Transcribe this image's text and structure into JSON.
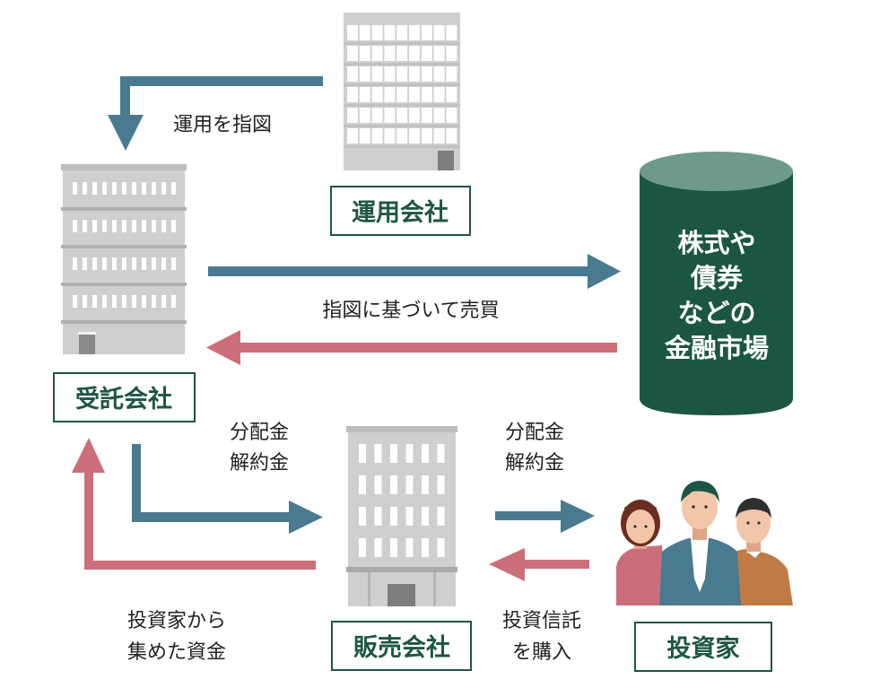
{
  "colors": {
    "blue_arrow": "#4a7a90",
    "pink_arrow": "#cc6e7a",
    "green_dark": "#1b5644",
    "green_light": "#6e9a8b",
    "building_gray": "#cfcfcf",
    "building_door": "#7d7d7d",
    "label_border": "#1d5646"
  },
  "entities": {
    "management_company": {
      "label": "運用会社",
      "icon": "office-building-icon"
    },
    "trust_company": {
      "label": "受託会社",
      "icon": "office-building-icon"
    },
    "distributor": {
      "label": "販売会社",
      "icon": "office-building-icon"
    },
    "investors": {
      "label": "投資家",
      "icon": "people-group-icon"
    },
    "market": {
      "lines": [
        "株式や",
        "債券",
        "などの",
        "金融市場"
      ],
      "icon": "cylinder-icon"
    }
  },
  "flows": {
    "instruct": {
      "label": "運用を指図",
      "direction": "management_company → trust_company"
    },
    "trade": {
      "label": "指図に基づいて売買",
      "direction": "trust_company ⇄ market"
    },
    "payout_left": {
      "lines": [
        "分配金",
        "解約金"
      ],
      "direction": "trust_company → distributor"
    },
    "funds": {
      "lines": [
        "投資家から",
        "集めた資金"
      ],
      "direction": "distributor → trust_company"
    },
    "payout_right": {
      "lines": [
        "分配金",
        "解約金"
      ],
      "direction": "distributor → investors"
    },
    "purchase": {
      "lines": [
        "投資信託",
        "を購入"
      ],
      "direction": "investors → distributor"
    }
  }
}
